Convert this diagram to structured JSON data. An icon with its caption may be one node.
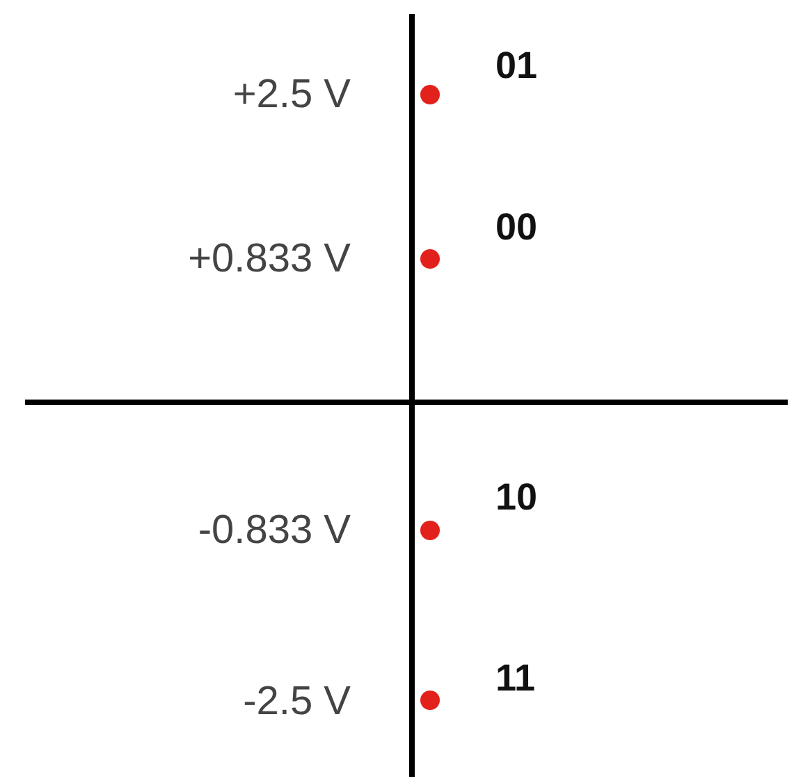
{
  "diagram": {
    "labels": [
      "01",
      "+2.5 V",
      "00",
      "+0.833 V",
      "10",
      "-0.833 V",
      "11",
      "-2.5 V"
    ]
  }
}
